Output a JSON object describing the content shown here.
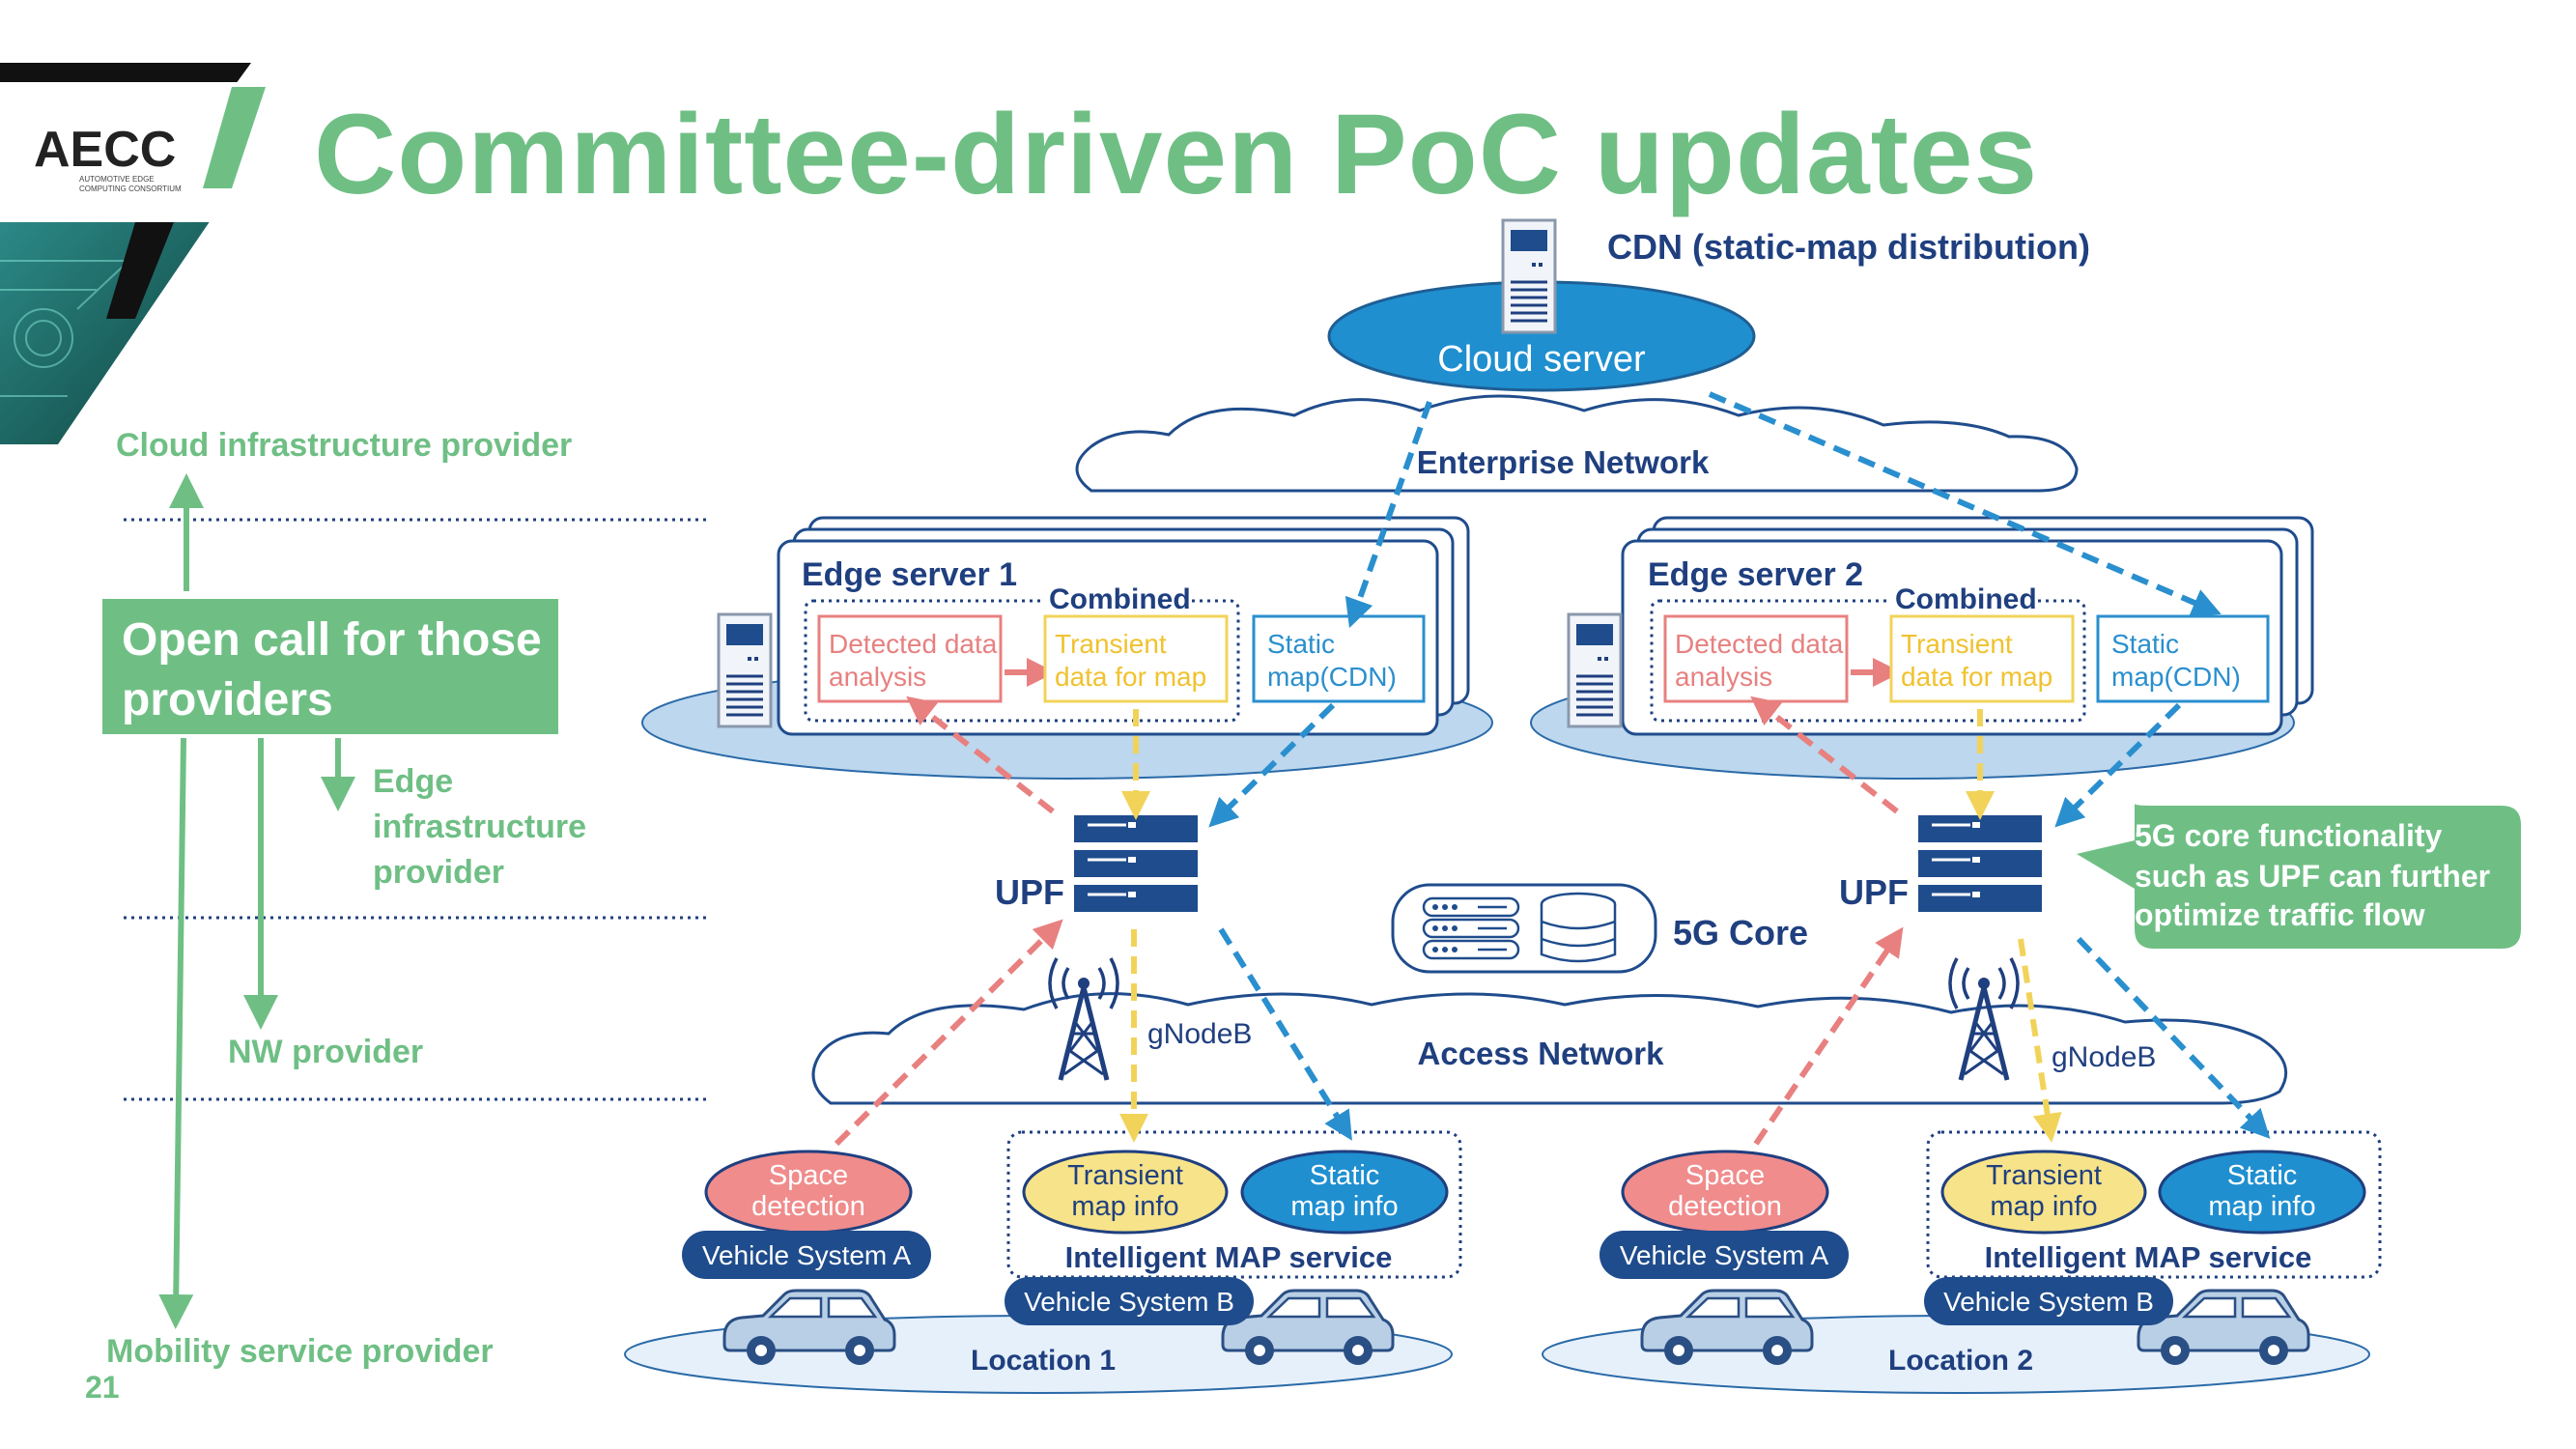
{
  "slide": {
    "title": "Committee-driven PoC updates",
    "page_number": "21",
    "logo_text": "AECC",
    "logo_subtitle_line1": "AUTOMOTIVE EDGE",
    "logo_subtitle_line2": "COMPUTING CONSORTIUM"
  },
  "colors": {
    "green": "#6fbf85",
    "navy": "#1f3f7f",
    "blue": "#2a8fce",
    "red": "#e88080",
    "yellow": "#f2d35a",
    "light_blue": "#bcd7ee"
  },
  "providers": {
    "cloud": "Cloud infrastructure provider",
    "open_call_line1": "Open call for those",
    "open_call_line2": "providers",
    "edge_line1": "Edge",
    "edge_line2": "infrastructure",
    "edge_line3": "provider",
    "nw": "NW provider",
    "mobility": "Mobility service provider"
  },
  "cloud": {
    "cdn_label": "CDN (static-map distribution)",
    "server_label": "Cloud server",
    "enterprise_network": "Enterprise Network"
  },
  "edge_servers": [
    {
      "title": "Edge server 1",
      "combined": "Combined",
      "detected_line1": "Detected data",
      "detected_line2": "analysis",
      "transient_line1": "Transient",
      "transient_line2": "data for map",
      "static_line1": "Static",
      "static_line2": "map(CDN)",
      "upf": "UPF",
      "gnodeb": "gNodeB",
      "space_line1": "Space",
      "space_line2": "detection",
      "vehicle_a": "Vehicle System A",
      "transient_info_line1": "Transient",
      "transient_info_line2": "map info",
      "static_info_line1": "Static",
      "static_info_line2": "map info",
      "map_service": "Intelligent MAP service",
      "vehicle_b": "Vehicle System B",
      "location": "Location 1"
    },
    {
      "title": "Edge server 2",
      "combined": "Combined",
      "detected_line1": "Detected data",
      "detected_line2": "analysis",
      "transient_line1": "Transient",
      "transient_line2": "data for map",
      "static_line1": "Static",
      "static_line2": "map(CDN)",
      "upf": "UPF",
      "gnodeb": "gNodeB",
      "space_line1": "Space",
      "space_line2": "detection",
      "vehicle_a": "Vehicle System A",
      "transient_info_line1": "Transient",
      "transient_info_line2": "map info",
      "static_info_line1": "Static",
      "static_info_line2": "map info",
      "map_service": "Intelligent MAP service",
      "vehicle_b": "Vehicle System B",
      "location": "Location 2"
    }
  ],
  "core": {
    "label": "5G Core",
    "access_network": "Access Network",
    "callout_line1": "5G core functionality",
    "callout_line2": "such as UPF can further",
    "callout_line3": "optimize traffic flow"
  }
}
